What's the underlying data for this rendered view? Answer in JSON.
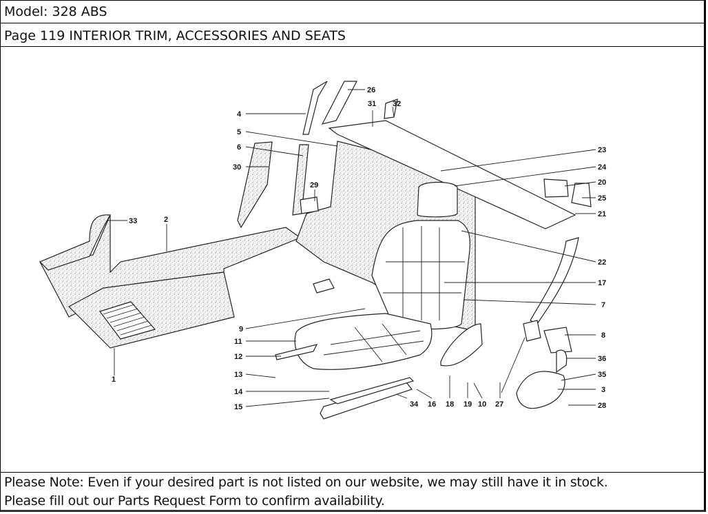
{
  "header": {
    "model": "Model: 328 ABS",
    "page_title": "Page 119  INTERIOR TRIM, ACCESSORIES AND SEATS"
  },
  "diagram": {
    "callouts": {
      "c1": "1",
      "c2": "2",
      "c3": "3",
      "c4": "4",
      "c5": "5",
      "c6": "6",
      "c7": "7",
      "c8": "8",
      "c9": "9",
      "c10": "10",
      "c11": "11",
      "c12": "12",
      "c13": "13",
      "c14": "14",
      "c15": "15",
      "c16": "16",
      "c17": "17",
      "c18": "18",
      "c19": "19",
      "c20": "20",
      "c21": "21",
      "c22": "22",
      "c23": "23",
      "c24": "24",
      "c25": "25",
      "c26": "26",
      "c27": "27",
      "c28": "28",
      "c29": "29",
      "c30": "30",
      "c31": "31",
      "c32": "32",
      "c33": "33",
      "c34": "34",
      "c35": "35",
      "c36": "36"
    }
  },
  "footer": {
    "note_line1": "Please Note: Even if your desired part is not listed on our website, we may still have it in stock.",
    "note_line2": "Please fill out our Parts Request Form to confirm availability."
  }
}
